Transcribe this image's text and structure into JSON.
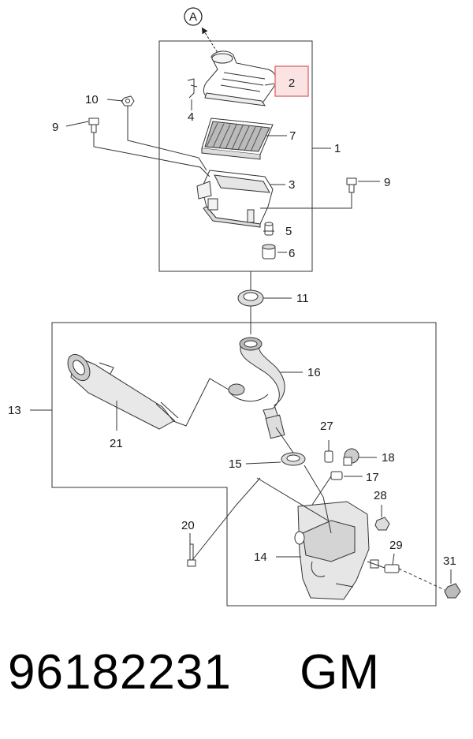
{
  "diagram": {
    "ref_marker": "A",
    "callouts": {
      "c1": "1",
      "c2": "2",
      "c3": "3",
      "c4": "4",
      "c5": "5",
      "c6": "6",
      "c7": "7",
      "c9a": "9",
      "c9b": "9",
      "c10": "10",
      "c11": "11",
      "c13": "13",
      "c14": "14",
      "c15": "15",
      "c16": "16",
      "c17": "17",
      "c18": "18",
      "c20": "20",
      "c21": "21",
      "c27": "27",
      "c28": "28",
      "c29": "29",
      "c31": "31"
    },
    "highlighted_callout": "2",
    "highlight_color": "#e0787a",
    "highlight_fill": "#fbe3e3"
  },
  "caption": {
    "part_number": "96182231",
    "brand": "GM"
  }
}
